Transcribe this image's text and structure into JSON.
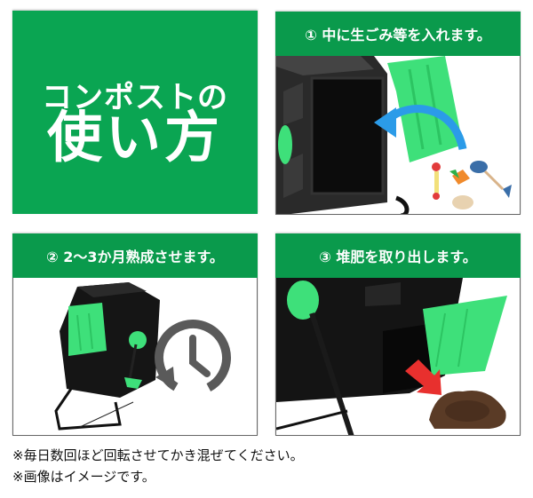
{
  "title": {
    "line1": "コンポストの",
    "line2": "使い方"
  },
  "steps": [
    {
      "label": "① 中に生ごみ等を入れます。",
      "image": "compost-bin-open-with-food-scraps"
    },
    {
      "label": "② 2〜3か月熟成させます。",
      "image": "compost-tumbler-with-clock"
    },
    {
      "label": "③ 堆肥を取り出します。",
      "image": "compost-output-with-red-arrow"
    }
  ],
  "notes": [
    "※毎日数回ほど回転させてかき混ぜてください。",
    "※画像はイメージです。"
  ],
  "colors": {
    "green": "#0aa552",
    "header_green": "#0a9a4c",
    "lid_green": "#3ee07a",
    "arrow_blue": "#2b9be8",
    "arrow_red": "#e8302e",
    "clock_gray": "#5a5a5a"
  }
}
